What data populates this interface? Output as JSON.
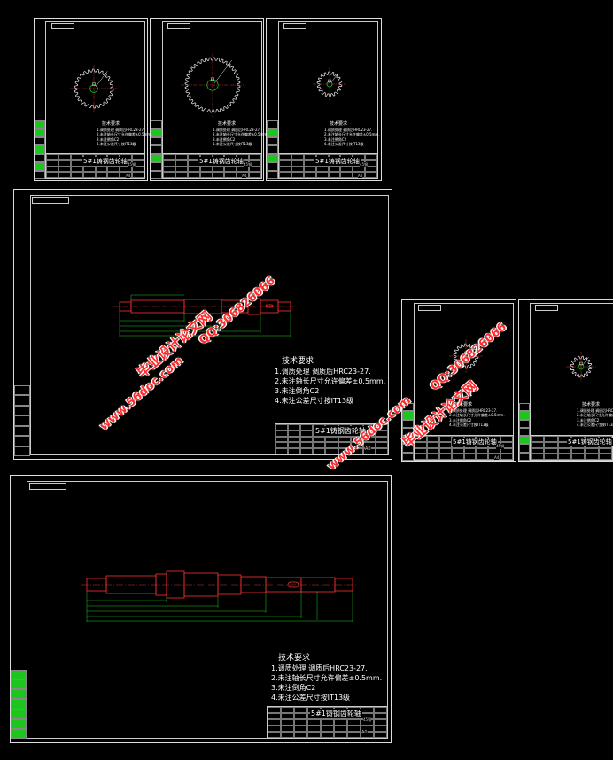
{
  "tech_requirements": {
    "heading": "技术要求",
    "lines": [
      "1.调质处理   调质后HRC23-27.",
      "2.未注轴长尺寸允许偏差±0.5mm.",
      "3.未注倒角C2",
      "4.未注公差尺寸按IT13级"
    ]
  },
  "title_block": {
    "drawing_name": "5#1铸钢齿轮轴",
    "material": "45钢",
    "size_a4": "A4",
    "size_a0": "A0"
  },
  "watermark": {
    "site_red": "毕业设计论文网",
    "url": "www.56doc.com",
    "qq": "QQ:306826066"
  },
  "colors": {
    "line_white": "#dddddd",
    "part_red": "#ff3030",
    "dim_green": "#22cc22",
    "center_line": "#cc3333",
    "watermark_red": "#ff2a2a"
  }
}
